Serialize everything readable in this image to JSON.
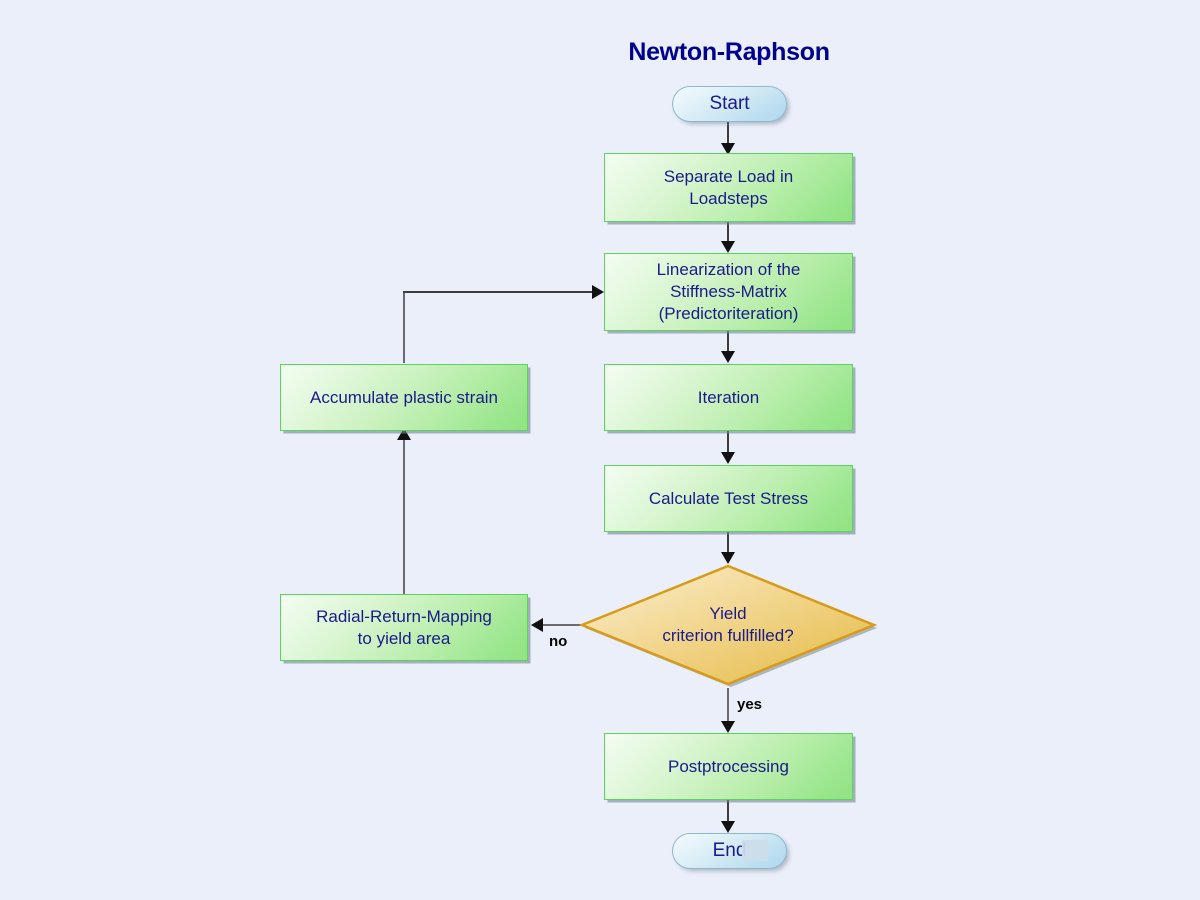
{
  "diagram": {
    "title": "Newton-Raphson",
    "background_color": "#eaeffa",
    "title_color": "#00008c",
    "node_text_color": "#1a1a8c",
    "process_fill_color": "#b4eda6",
    "process_border_color": "#5ad45a",
    "terminator_fill_color": "#cfe8f3",
    "terminator_border_color": "#8fb8cc",
    "decision_fill_color": "#eec657",
    "decision_border_color": "#d79b17",
    "connector_color": "#3c3c3c"
  },
  "nodes": {
    "start": {
      "label": "Start",
      "type": "terminator"
    },
    "separate_load": {
      "label": "Separate Load in Loadsteps",
      "line1": "Separate Load in",
      "line2": "Loadsteps",
      "type": "process"
    },
    "linearization": {
      "label": "Linearization of the Stiffness-Matrix (Predictoriteration)",
      "line1": "Linearization of the",
      "line2": "Stiffness-Matrix",
      "line3": "(Predictoriteration)",
      "type": "process"
    },
    "iteration": {
      "label": "Iteration",
      "type": "process"
    },
    "calculate_test_stress": {
      "label": "Calculate Test Stress",
      "type": "process"
    },
    "yield_criterion": {
      "label": "Yield criterion fullfilled?",
      "line1": "Yield",
      "line2": "criterion fullfilled?",
      "type": "decision"
    },
    "radial_return": {
      "label": "Radial-Return-Mapping to yield area",
      "line1": "Radial-Return-Mapping",
      "line2": "to yield area",
      "type": "process"
    },
    "accumulate_plastic_strain": {
      "label": "Accumulate plastic strain",
      "type": "process"
    },
    "postprocessing": {
      "label": "Postptrocessing",
      "type": "process"
    },
    "end": {
      "label": "End",
      "type": "terminator"
    }
  },
  "edges": {
    "yield_no": {
      "label": "no",
      "from": "yield_criterion",
      "to": "radial_return"
    },
    "yield_yes": {
      "label": "yes",
      "from": "yield_criterion",
      "to": "postprocessing"
    }
  }
}
